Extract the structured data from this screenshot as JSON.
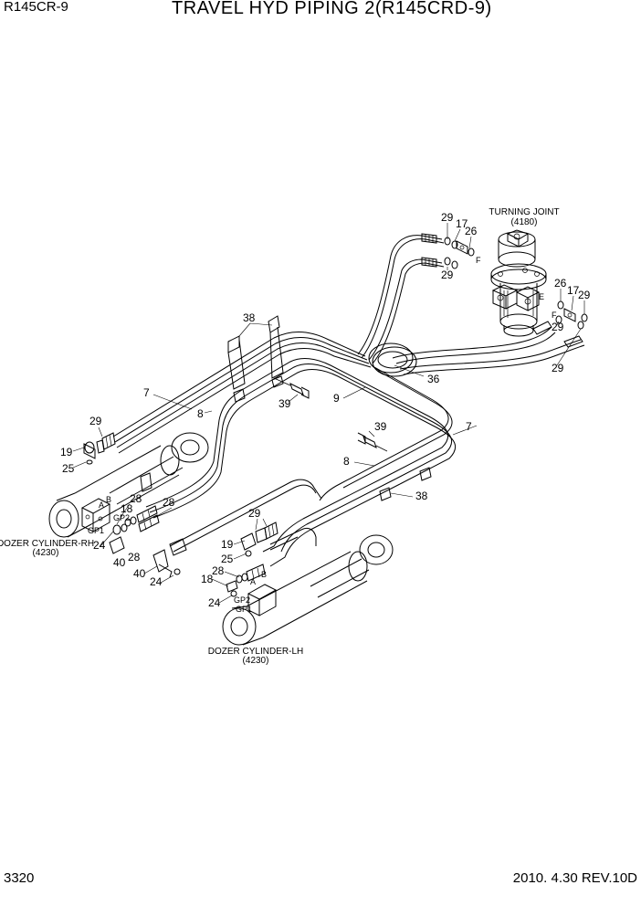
{
  "header": {
    "model": "R145CR-9",
    "title": "TRAVEL HYD PIPING 2(R145CRD-9)"
  },
  "footer": {
    "page_number": "3320",
    "revision": "2010. 4.30  REV.10D"
  },
  "components": {
    "turning_joint": {
      "name": "TURNING JOINT",
      "ref": "(4180)"
    },
    "dozer_rh": {
      "name": "DOZER CYLINDER-RH",
      "ref": "(4230)"
    },
    "dozer_lh": {
      "name": "DOZER CYLINDER-LH",
      "ref": "(4230)"
    }
  },
  "callouts": {
    "c29a": "29",
    "c17a": "17",
    "c26a": "26",
    "c29b": "29",
    "c26b": "26",
    "c17b": "17",
    "c29c": "29",
    "c29d": "29",
    "c38a": "38",
    "c7a": "7",
    "c8a": "8",
    "c39a": "39",
    "c9": "9",
    "c36": "36",
    "c39b": "39",
    "c7b": "7",
    "c8b": "8",
    "c38b": "38",
    "c29e": "29",
    "c19a": "19",
    "c25a": "25",
    "c28a": "28",
    "c18a": "18",
    "c24a": "24",
    "c40a": "40",
    "c28b": "28",
    "c28c": "28",
    "c29f": "29",
    "c19b": "19",
    "c25b": "25",
    "c40b": "40",
    "c24b": "24",
    "c28d": "28",
    "c18b": "18",
    "c24c": "24"
  },
  "port_marks": {
    "turning_f_top": "F",
    "turning_e": "E",
    "turning_f_right": "F",
    "rh_a": "A",
    "rh_b": "B",
    "rh_gp2": "GP2",
    "rh_gp1": "GP1",
    "lh_a": "A",
    "lh_b": "B",
    "lh_gp2": "GP2",
    "lh_gp1": "GP1"
  }
}
